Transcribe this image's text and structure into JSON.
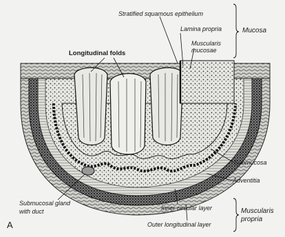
{
  "figure": {
    "panel_letter": "A",
    "labels": {
      "stratified_squamous_epithelium": "Stratified squamous epithelium",
      "lamina_propria": "Lamina propria",
      "muscularis_mucosae_1": "Muscularis",
      "muscularis_mucosae_2": "mucosae",
      "mucosa": "Mucosa",
      "longitudinal_folds": "Longitudinal folds",
      "submucosa": "Submucosa",
      "adventitia": "Adventitia",
      "submucosal_gland_1": "Submucosal gland",
      "submucosal_gland_2": "with duct",
      "inner_circular_layer": "Inner circular layer",
      "outer_longitudinal_layer": "Outer longitudinal layer",
      "muscularis_propria_1": "Muscularis",
      "muscularis_propria_2": "propria"
    }
  }
}
